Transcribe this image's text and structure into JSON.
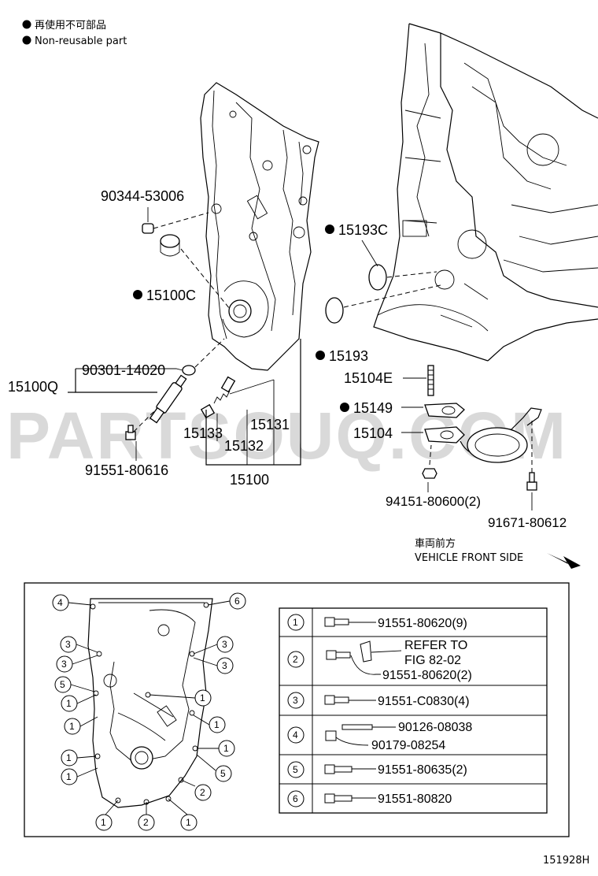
{
  "legend": {
    "line1": "再使用不可部品",
    "line2": "Non-reusable part"
  },
  "watermark": "PARTSOUQ.COM",
  "parts": {
    "p90344": "90344-53006",
    "p15193C": "15193C",
    "p15100C": "15100C",
    "p15193": "15193",
    "p90301": "90301-14020",
    "p15100Q": "15100Q",
    "p15104E": "15104E",
    "p15149": "15149",
    "p15131": "15131",
    "p15133": "15133",
    "p15104": "15104",
    "p15132": "15132",
    "p91551_80616": "91551-80616",
    "p15100": "15100",
    "p94151": "94151-80600(2)",
    "p91671": "91671-80612"
  },
  "direction": {
    "ja": "車両前方",
    "en": "VEHICLE FRONT SIDE"
  },
  "table": {
    "rows": [
      {
        "num": "1",
        "lines": [
          "91551-80620(9)"
        ]
      },
      {
        "num": "2",
        "lines": [
          "REFER TO",
          "FIG 82-02",
          "91551-80620(2)"
        ]
      },
      {
        "num": "3",
        "lines": [
          "91551-C0830(4)"
        ]
      },
      {
        "num": "4",
        "lines": [
          "90126-08038",
          "90179-08254"
        ]
      },
      {
        "num": "5",
        "lines": [
          "91551-80635(2)"
        ]
      },
      {
        "num": "6",
        "lines": [
          "91551-80820"
        ]
      }
    ]
  },
  "inset_callouts": [
    "1",
    "2",
    "3",
    "4",
    "5",
    "6"
  ],
  "figure_id": "151928H"
}
